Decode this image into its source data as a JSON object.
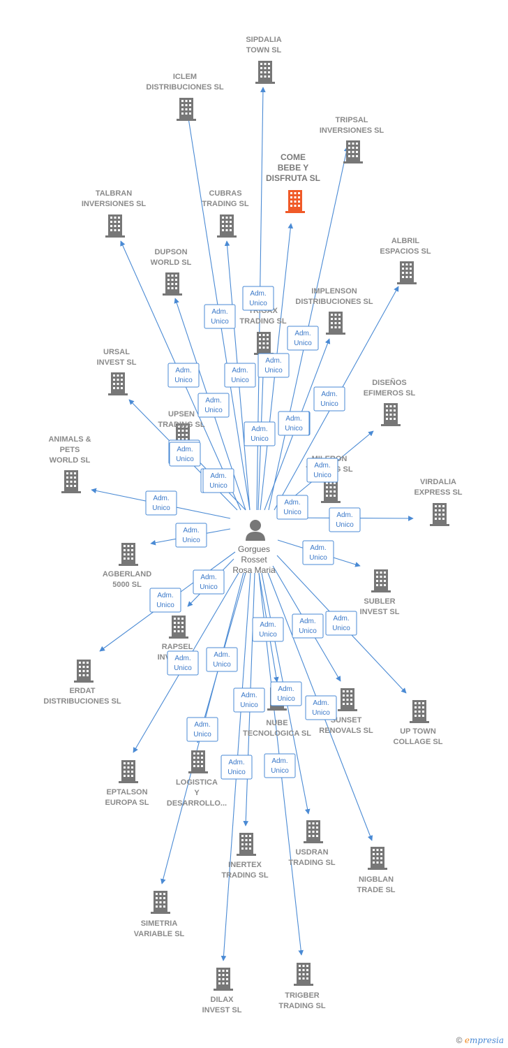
{
  "person": {
    "lines": [
      "Gorgues",
      "Rosset",
      "Rosa Maria"
    ]
  },
  "relation_label": [
    "Adm.",
    "Unico"
  ],
  "colors": {
    "edge": "#4a8ad4",
    "building": "#777777",
    "focus_building": "#f05a28"
  },
  "companies": [
    {
      "id": "sipdalia",
      "lines": [
        "SIPDALIA",
        "TOWN SL"
      ]
    },
    {
      "id": "iclem",
      "lines": [
        "ICLEM",
        "DISTRIBUCIONES SL"
      ]
    },
    {
      "id": "tripsal",
      "lines": [
        "TRIPSAL",
        "INVERSIONES SL"
      ]
    },
    {
      "id": "come",
      "lines": [
        "COME",
        "BEBE Y",
        "DISFRUTA  SL"
      ],
      "focus": true
    },
    {
      "id": "talbran",
      "lines": [
        "TALBRAN",
        "INVERSIONES SL"
      ]
    },
    {
      "id": "cubras",
      "lines": [
        "CUBRAS",
        "TRADING SL"
      ]
    },
    {
      "id": "albril",
      "lines": [
        "ALBRIL",
        "ESPACIOS SL"
      ]
    },
    {
      "id": "dupson",
      "lines": [
        "DUPSON",
        "WORLD SL"
      ]
    },
    {
      "id": "implenson",
      "lines": [
        "IMPLENSON",
        "DISTRIBUCIONES SL"
      ]
    },
    {
      "id": "trigax",
      "lines": [
        "TRIGAX",
        "TRADING SL"
      ]
    },
    {
      "id": "ursal",
      "lines": [
        "URSAL",
        "INVEST SL"
      ]
    },
    {
      "id": "disenos",
      "lines": [
        "DISEÑOS",
        "EFIMEROS SL"
      ]
    },
    {
      "id": "upsen",
      "lines": [
        "UPSEN",
        "TRADING SL"
      ]
    },
    {
      "id": "animals",
      "lines": [
        "ANIMALS &",
        "PETS",
        "WORLD SL"
      ]
    },
    {
      "id": "mileron",
      "lines": [
        "MILERON",
        "TRADING SL"
      ]
    },
    {
      "id": "virdalia",
      "lines": [
        "VIRDALIA",
        "EXPRESS SL"
      ]
    },
    {
      "id": "agberland",
      "lines": [
        "AGBERLAND",
        "5000 SL"
      ]
    },
    {
      "id": "subler",
      "lines": [
        "SUBLER",
        "INVEST SL"
      ]
    },
    {
      "id": "rapsel",
      "lines": [
        "RAPSEL",
        "INVEST SL"
      ]
    },
    {
      "id": "erdat",
      "lines": [
        "ERDAT",
        "DISTRIBUCIONES SL"
      ]
    },
    {
      "id": "sunset",
      "lines": [
        "SUNSET",
        "RENOVALS SL"
      ]
    },
    {
      "id": "uptown",
      "lines": [
        "UP TOWN",
        "COLLAGE SL"
      ]
    },
    {
      "id": "nube",
      "lines": [
        "NUBE",
        "TECNOLOGICA SL"
      ]
    },
    {
      "id": "eptalson",
      "lines": [
        "EPTALSON",
        "EUROPA SL"
      ]
    },
    {
      "id": "logistica",
      "lines": [
        "LOGISTICA",
        "Y",
        "DESARROLLO..."
      ]
    },
    {
      "id": "usdran",
      "lines": [
        "USDRAN",
        "TRADING SL"
      ]
    },
    {
      "id": "inertex",
      "lines": [
        "INERTEX",
        "TRADING SL"
      ]
    },
    {
      "id": "nigblan",
      "lines": [
        "NIGBLAN",
        "TRADE SL"
      ]
    },
    {
      "id": "simetria",
      "lines": [
        "SIMETRIA",
        "VARIABLE SL"
      ]
    },
    {
      "id": "dilax",
      "lines": [
        "DILAX",
        "INVEST SL"
      ]
    },
    {
      "id": "tribger",
      "lines": [
        "TRIGBER",
        "TRADING SL"
      ]
    }
  ],
  "footer": {
    "copyright": "©",
    "brand_e": "e",
    "brand_rest": "mpresia"
  }
}
